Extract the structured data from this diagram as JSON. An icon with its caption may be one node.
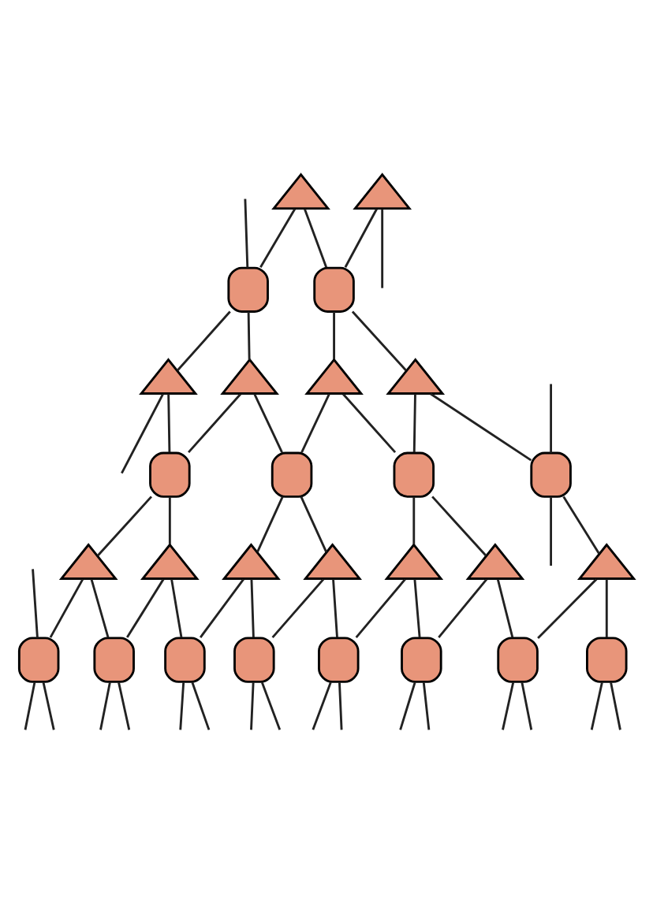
{
  "diagram": {
    "nodes": [
      {
        "text": [],
        "shape": "triangle"
      },
      {
        "text": [],
        "shape": "triangle"
      },
      {
        "text": [],
        "shape": "box"
      },
      {
        "text": [],
        "shape": "box"
      },
      {
        "text": [],
        "shape": "triangle"
      },
      {
        "text": [],
        "shape": "triangle"
      },
      {
        "text": [],
        "shape": "triangle"
      },
      {
        "text": [],
        "shape": "triangle"
      },
      {
        "text": [],
        "shape": "box"
      },
      {
        "text": [],
        "shape": "box"
      },
      {
        "text": [],
        "shape": "box"
      },
      {
        "text": [],
        "shape": "box"
      },
      {
        "text": [],
        "shape": "triangle"
      },
      {
        "text": [],
        "shape": "triangle"
      },
      {
        "text": [],
        "shape": "triangle"
      },
      {
        "text": [],
        "shape": "triangle"
      },
      {
        "text": [],
        "shape": "triangle"
      },
      {
        "text": [],
        "shape": "triangle"
      },
      {
        "text": [],
        "shape": "triangle"
      },
      {
        "text": [],
        "shape": "box"
      },
      {
        "text": [],
        "shape": "box"
      },
      {
        "text": [],
        "shape": "box"
      },
      {
        "text": [],
        "shape": "box"
      },
      {
        "text": [],
        "shape": "box"
      },
      {
        "text": [],
        "shape": "box"
      },
      {
        "text": [],
        "shape": "box"
      },
      {
        "text": [],
        "shape": "box"
      }
    ],
    "edges": [
      {
        "from": null,
        "to": 2,
        "arrow": "none"
      },
      {
        "from": 0,
        "to": 2,
        "arrow": "none"
      },
      {
        "from": 0,
        "to": 3,
        "arrow": "none"
      },
      {
        "from": 1,
        "to": 3,
        "arrow": "none"
      },
      {
        "from": 1,
        "to": null,
        "arrow": "none"
      },
      {
        "from": 2,
        "to": 4,
        "arrow": "none"
      },
      {
        "from": 2,
        "to": 5,
        "arrow": "none"
      },
      {
        "from": 3,
        "to": 6,
        "arrow": "none"
      },
      {
        "from": 3,
        "to": 7,
        "arrow": "none"
      },
      {
        "from": 4,
        "to": null,
        "arrow": "none"
      },
      {
        "from": 4,
        "to": 8,
        "arrow": "none"
      },
      {
        "from": 5,
        "to": 8,
        "arrow": "none"
      },
      {
        "from": 5,
        "to": 9,
        "arrow": "none"
      },
      {
        "from": 6,
        "to": 9,
        "arrow": "none"
      },
      {
        "from": 6,
        "to": 10,
        "arrow": "none"
      },
      {
        "from": 7,
        "to": 10,
        "arrow": "none"
      },
      {
        "from": 7,
        "to": 11,
        "arrow": "none"
      },
      {
        "from": null,
        "to": 11,
        "arrow": "none"
      },
      {
        "from": 8,
        "to": 12,
        "arrow": "none"
      },
      {
        "from": 8,
        "to": 13,
        "arrow": "none"
      },
      {
        "from": 9,
        "to": 14,
        "arrow": "none"
      },
      {
        "from": 9,
        "to": 15,
        "arrow": "none"
      },
      {
        "from": 10,
        "to": 16,
        "arrow": "none"
      },
      {
        "from": 10,
        "to": 17,
        "arrow": "none"
      },
      {
        "from": 11,
        "to": 18,
        "arrow": "none"
      },
      {
        "from": 11,
        "to": null,
        "arrow": "none"
      },
      {
        "from": null,
        "to": 19,
        "arrow": "none"
      },
      {
        "from": 12,
        "to": 19,
        "arrow": "none"
      },
      {
        "from": 12,
        "to": 20,
        "arrow": "none"
      },
      {
        "from": 13,
        "to": 20,
        "arrow": "none"
      },
      {
        "from": 13,
        "to": 21,
        "arrow": "none"
      },
      {
        "from": 14,
        "to": 21,
        "arrow": "none"
      },
      {
        "from": 14,
        "to": 22,
        "arrow": "none"
      },
      {
        "from": 15,
        "to": 22,
        "arrow": "none"
      },
      {
        "from": 15,
        "to": 23,
        "arrow": "none"
      },
      {
        "from": 16,
        "to": 23,
        "arrow": "none"
      },
      {
        "from": 16,
        "to": 24,
        "arrow": "none"
      },
      {
        "from": 17,
        "to": 24,
        "arrow": "none"
      },
      {
        "from": 17,
        "to": 25,
        "arrow": "none"
      },
      {
        "from": 18,
        "to": 25,
        "arrow": "none"
      },
      {
        "from": 18,
        "to": 26,
        "arrow": "none"
      },
      {
        "from": 19,
        "to": null,
        "arrow": "none"
      },
      {
        "from": 19,
        "to": null,
        "arrow": "none"
      },
      {
        "from": 20,
        "to": null,
        "arrow": "none"
      },
      {
        "from": 20,
        "to": null,
        "arrow": "none"
      },
      {
        "from": 21,
        "to": null,
        "arrow": "none"
      },
      {
        "from": 21,
        "to": null,
        "arrow": "none"
      },
      {
        "from": 22,
        "to": null,
        "arrow": "none"
      },
      {
        "from": 22,
        "to": null,
        "arrow": "none"
      },
      {
        "from": 23,
        "to": null,
        "arrow": "none"
      },
      {
        "from": 23,
        "to": null,
        "arrow": "none"
      },
      {
        "from": 24,
        "to": null,
        "arrow": "none"
      },
      {
        "from": 24,
        "to": null,
        "arrow": "none"
      },
      {
        "from": 25,
        "to": null,
        "arrow": "none"
      },
      {
        "from": 25,
        "to": null,
        "arrow": "none"
      },
      {
        "from": 26,
        "to": null,
        "arrow": "none"
      },
      {
        "from": 26,
        "to": null,
        "arrow": "none"
      }
    ]
  }
}
